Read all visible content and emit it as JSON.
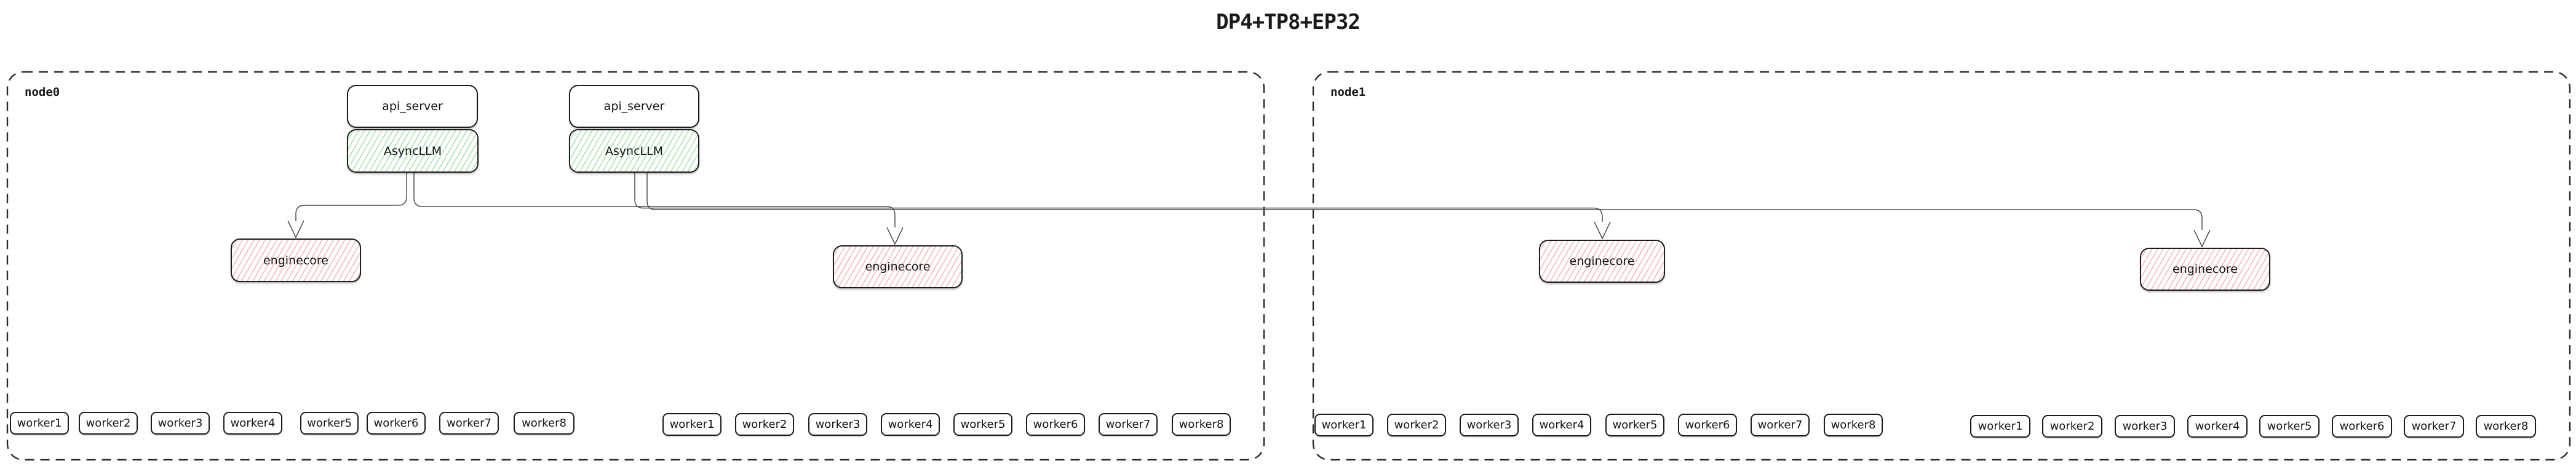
{
  "title": "DP4+TP8+EP32",
  "colors": {
    "async_llm_hatch": "#a9e3ad",
    "enginecore_hatch": "#f4b9b9",
    "box_border": "#1c1c1c",
    "edge_line": "#4f4f4f",
    "node_border": "#2b2b2b"
  },
  "node0": {
    "label": "node0",
    "pipelines": [
      {
        "api_server": "api_server",
        "async_llm": "AsyncLLM"
      },
      {
        "api_server": "api_server",
        "async_llm": "AsyncLLM"
      }
    ],
    "enginecores": [
      "enginecore",
      "enginecore"
    ],
    "worker_groups": [
      [
        "worker1",
        "worker2",
        "worker3",
        "worker4",
        "worker5",
        "worker6",
        "worker7",
        "worker8"
      ],
      [
        "worker1",
        "worker2",
        "worker3",
        "worker4",
        "worker5",
        "worker6",
        "worker7",
        "worker8"
      ]
    ]
  },
  "node1": {
    "label": "node1",
    "enginecores": [
      "enginecore",
      "enginecore"
    ],
    "worker_groups": [
      [
        "worker1",
        "worker2",
        "worker3",
        "worker4",
        "worker5",
        "worker6",
        "worker7",
        "worker8"
      ],
      [
        "worker1",
        "worker2",
        "worker3",
        "worker4",
        "worker5",
        "worker6",
        "worker7",
        "worker8"
      ]
    ]
  }
}
